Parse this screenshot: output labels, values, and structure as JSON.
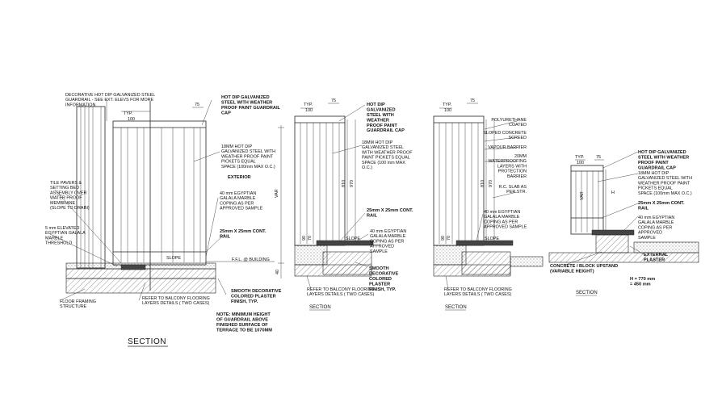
{
  "drawing_1": {
    "title": "SECTION",
    "note_decorative_guardrail": "DECORATIVE HOT DIP GALVANIZED STEEL\nGUARDRAIL - SEE EXT. ELEVS FOR MORE\nINFORMATION",
    "note_cap": "HOT DIP GALVANIZED\nSTEEL WITH WEATHER\nPROOF PAINT GUARDRAIL\nCAP",
    "note_pickets": "18MM HOT DIP\nGALVANIZED STEEL WITH\nWEATHER PROOF PAINT\nPICKETS EQUAL\nSPACE (100mm MAX O.C.)",
    "note_exterior": "EXTERIOR",
    "note_coping": "40 mm EGYPTIAN\nGALALA MARBLE\nCOPING AS PER\nAPPROVED SAMPLE",
    "note_rail": "25mm X 25mm CONT.\nRAIL",
    "note_tile_pavers": "TILE PAVERS &\nSETTING BED\nASSEMBLY OVER\nWATER PROOF\nMEMBRANE\n(SLOPE TO DRAIN)",
    "note_threshold": "5 mm ELEVATED\nEGYPTIAN GALALA\nMARBLE\nTHRESHOLD",
    "note_slope": "SLOPE",
    "note_ffl": "F.F.L. @ BUILDING",
    "note_floor_framing": "FLOOR FRAMING\nSTRUCTURE",
    "note_balcony_flooring": "REFER TO BALCONY FLOORING\nLAYERS DETAILS ( TWO CASES)",
    "note_plaster": "SMOOTH DECORATIVE\nCOLORED PLASTER\nFINISH, TYP.",
    "note_min_height": "NOTE: MINIMUM HEIGHT\nOF GUARDRAIL ABOVE\nFINISHED SURFACE OF\nTERRACE TO BE 1070MM",
    "dim_typ": "TYP.",
    "dim_100": "100",
    "dim_75": "75",
    "dim_varies": "VAR",
    "dim_40": "40"
  },
  "drawing_2": {
    "title": "SECTION",
    "note_cap": "HOT DIP\nGALVANIZED\nSTEEL WITH\nWEATHER\nPROOF PAINT\nGUARDRAIL CAP",
    "note_pickets": "18MM HOT DIP\nGALVANIZED STEEL\nWITH WEATHER PROOF\nPAINT PICKETS EQUAL\nSPACE (100 mm MAX\nO.C.)",
    "note_rail": "25mm X 25mm CONT.\nRAIL",
    "note_coping": "40 mm EGYPTIAN\nGALALA MARBLE\nCOPING AS PER\nAPPROVED\nSAMPLE",
    "note_plaster": "SMOOTH\nDECORATIVE\nCOLORED\nPLASTER\nFINISH, TYP.",
    "note_slope": "SLOPE",
    "note_balcony_flooring": "REFER TO BALCONY FLOORING\nLAYERS DETAILS ( TWO CASES)",
    "dim_typ": "TYP.",
    "dim_100": "100",
    "dim_75": "75",
    "dim_810": "810",
    "dim_970": "970",
    "dim_90": "90",
    "dim_70": "70"
  },
  "drawing_3": {
    "title": "SECTION",
    "note_polyurethane": "POLYURETHANE\nCOATED",
    "note_screed": "SLOPED CONCRETE\nSCREED",
    "note_vapor": "VAPOUR BARRIER",
    "note_waterproofing": "20MM\nWATERPROOFING\nLAYERS WITH\nPROTECTION\nBARRIER",
    "note_slab": "R.C. SLAB AS\nPER STR.",
    "note_coping": "40 mm EGYPTIAN\nGALALA MARBLE\nCOPING AS PER\nAPPROVED SAMPLE",
    "note_slope": "SLOPE",
    "note_balcony_flooring": "REFER TO BALCONY FLOORING\nLAYERS DETAILS ( TWO CASES)",
    "dim_typ": "TYP.",
    "dim_100": "100",
    "dim_75": "75",
    "dim_810": "810",
    "dim_970": "970",
    "dim_90": "90",
    "dim_70": "70"
  },
  "drawing_4": {
    "title": "SECTION",
    "note_cap": "HOT DIP GALVANIZED\nSTEEL WITH WEATHER\nPROOF PAINT\nGUARDRAIL CAP",
    "note_pickets": "18MM HOT DIP\nGALVANIZED STEEL WITH\nWEATHER PROOF PAINT\nPICKETS EQUAL\nSPACE (100mm MAX O.C.)",
    "note_rail": "25mm X 25mm CONT.\nRAIL",
    "note_coping": "40 mm EGYPTIAN\nGALALA MARBLE\nCOPING AS PER\nAPPROVED\nSAMPLE",
    "note_plaster": "EXTERNAL\nPLASTER",
    "note_upstand": "CONCRETE / BLOCK UPSTAND\n(VARIABLE HEIGHT)",
    "note_h": "H = 770 mm\n= 450 mm",
    "dim_typ": "TYP.",
    "dim_100": "100",
    "dim_75": "75",
    "dim_var": "VAR",
    "dim_h": "H"
  },
  "colors": {
    "line": "#222222",
    "background": "#ffffff",
    "fill_dark": "#444444"
  }
}
